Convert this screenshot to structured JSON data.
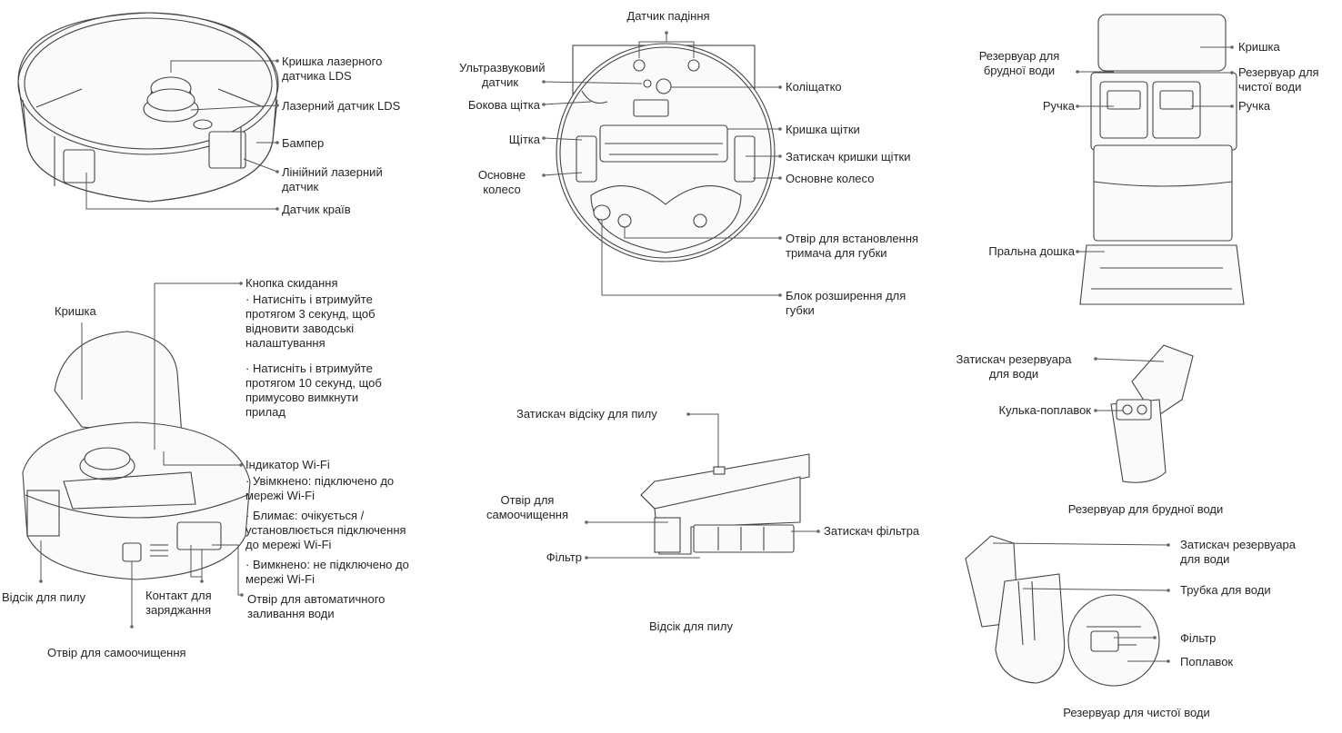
{
  "colors": {
    "line": "#555555",
    "text": "#262626",
    "background": "#ffffff"
  },
  "robot_top": {
    "laser_cover": "Кришка лазерного\nдатчика LDS",
    "lds_sensor": "Лазерний датчик LDS",
    "bumper": "Бампер",
    "line_laser": "Лінійний лазерний\nдатчик",
    "edge_sensor": "Датчик країв"
  },
  "robot_bottom": {
    "cliff_sensor": "Датчик падіння",
    "ultrasonic_sensor": "Ультразвуковий\nдатчик",
    "side_brush": "Бокова щітка",
    "brush": "Щітка",
    "main_wheel_left": "Основне\nколесо",
    "caster": "Коліщатко",
    "brush_cover": "Кришка щітки",
    "brush_cover_clip": "Затискач кришки щітки",
    "main_wheel_right": "Основне колесо",
    "mop_holder_hole": "Отвір для встановлення\nтримача для губки",
    "mop_extension": "Блок розширення для\nгубки"
  },
  "robot_open": {
    "cover": "Кришка",
    "reset_button": "Кнопка скидання",
    "reset_note_1": "· Натисніть і втримуйте\n  протягом 3 секунд, щоб\n  відновити заводські\n  налаштування",
    "reset_note_2": "· Натисніть і втримуйте\n  протягом 10 секунд, щоб\n  примусово вимкнути\n  прилад",
    "wifi_indicator": "Індикатор Wi-Fi",
    "wifi_on": "· Увімкнено: підключено до\n  мережі Wi-Fi",
    "wifi_blink": "· Блимає: очікується /\n  установлюється підключення\n  до мережі Wi-Fi",
    "wifi_off": "· Вимкнено: не підключено до\n  мережі Wi-Fi",
    "dust_bin": "Відсік для пилу",
    "charging_contact": "Контакт для\nзаряджання",
    "auto_refill": "Отвір для автоматичного\nзаливання води",
    "self_clean_hole": "Отвір для самоочищення"
  },
  "dust_bin": {
    "clip": "Затискач відсіку для пилу",
    "self_clean_hole": "Отвір для\nсамоочищення",
    "filter_clip": "Затискач фільтра",
    "filter": "Фільтр",
    "caption": "Відсік для пилу"
  },
  "station": {
    "dirty_tank": "Резервуар для\nбрудної води",
    "lid": "Кришка",
    "clean_tank": "Резервуар для\nчистої води",
    "handle_left": "Ручка",
    "handle_right": "Ручка",
    "washboard": "Пральна дошка"
  },
  "dirty_tank": {
    "clip": "Затискач резервуара\nдля води",
    "float_ball": "Кулька-поплавок",
    "caption": "Резервуар для брудної води"
  },
  "clean_tank": {
    "clip": "Затискач резервуара\nдля води",
    "tube": "Трубка для води",
    "filter": "Фільтр",
    "float": "Поплавок",
    "caption": "Резервуар для чистої води"
  }
}
